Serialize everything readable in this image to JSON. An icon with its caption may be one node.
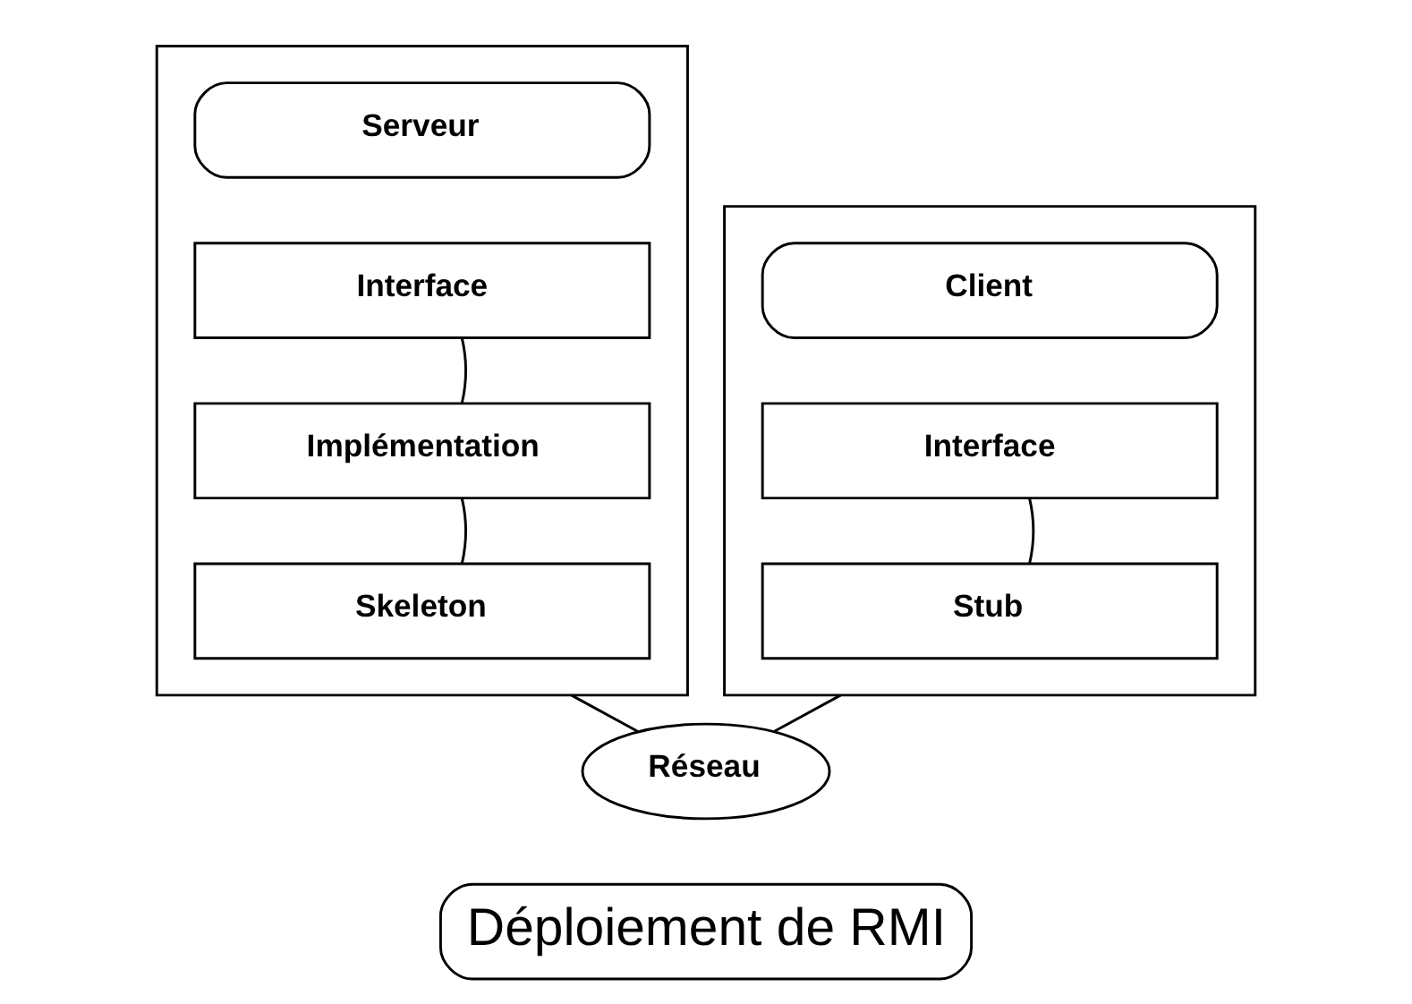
{
  "diagram": {
    "nodes": [
      {
        "text": [],
        "shape": "box"
      },
      {
        "text": [
          "Serveur"
        ],
        "in": 0
      },
      {
        "text": [
          "Interface"
        ],
        "in": 0
      },
      {
        "text": [
          "Implémentation"
        ],
        "in": 0
      },
      {
        "text": [
          "Skeleton"
        ],
        "in": 0
      },
      {
        "text": [],
        "shape": "box"
      },
      {
        "text": [
          "Client"
        ],
        "in": 5
      },
      {
        "text": [
          "Interface"
        ],
        "in": 5
      },
      {
        "text": [
          "Stub"
        ],
        "in": 5
      },
      {
        "text": [
          "Réseau"
        ]
      },
      {
        "text": [
          "Déploiement de RMI"
        ]
      }
    ],
    "edges": [
      {
        "from": 2,
        "to": 3,
        "arrow": "none"
      },
      {
        "from": 3,
        "to": 4,
        "arrow": "none"
      },
      {
        "from": 7,
        "to": 8,
        "arrow": "none"
      },
      {
        "from": 0,
        "to": 9,
        "arrow": "none"
      },
      {
        "from": 5,
        "to": 9,
        "arrow": "none"
      }
    ]
  }
}
